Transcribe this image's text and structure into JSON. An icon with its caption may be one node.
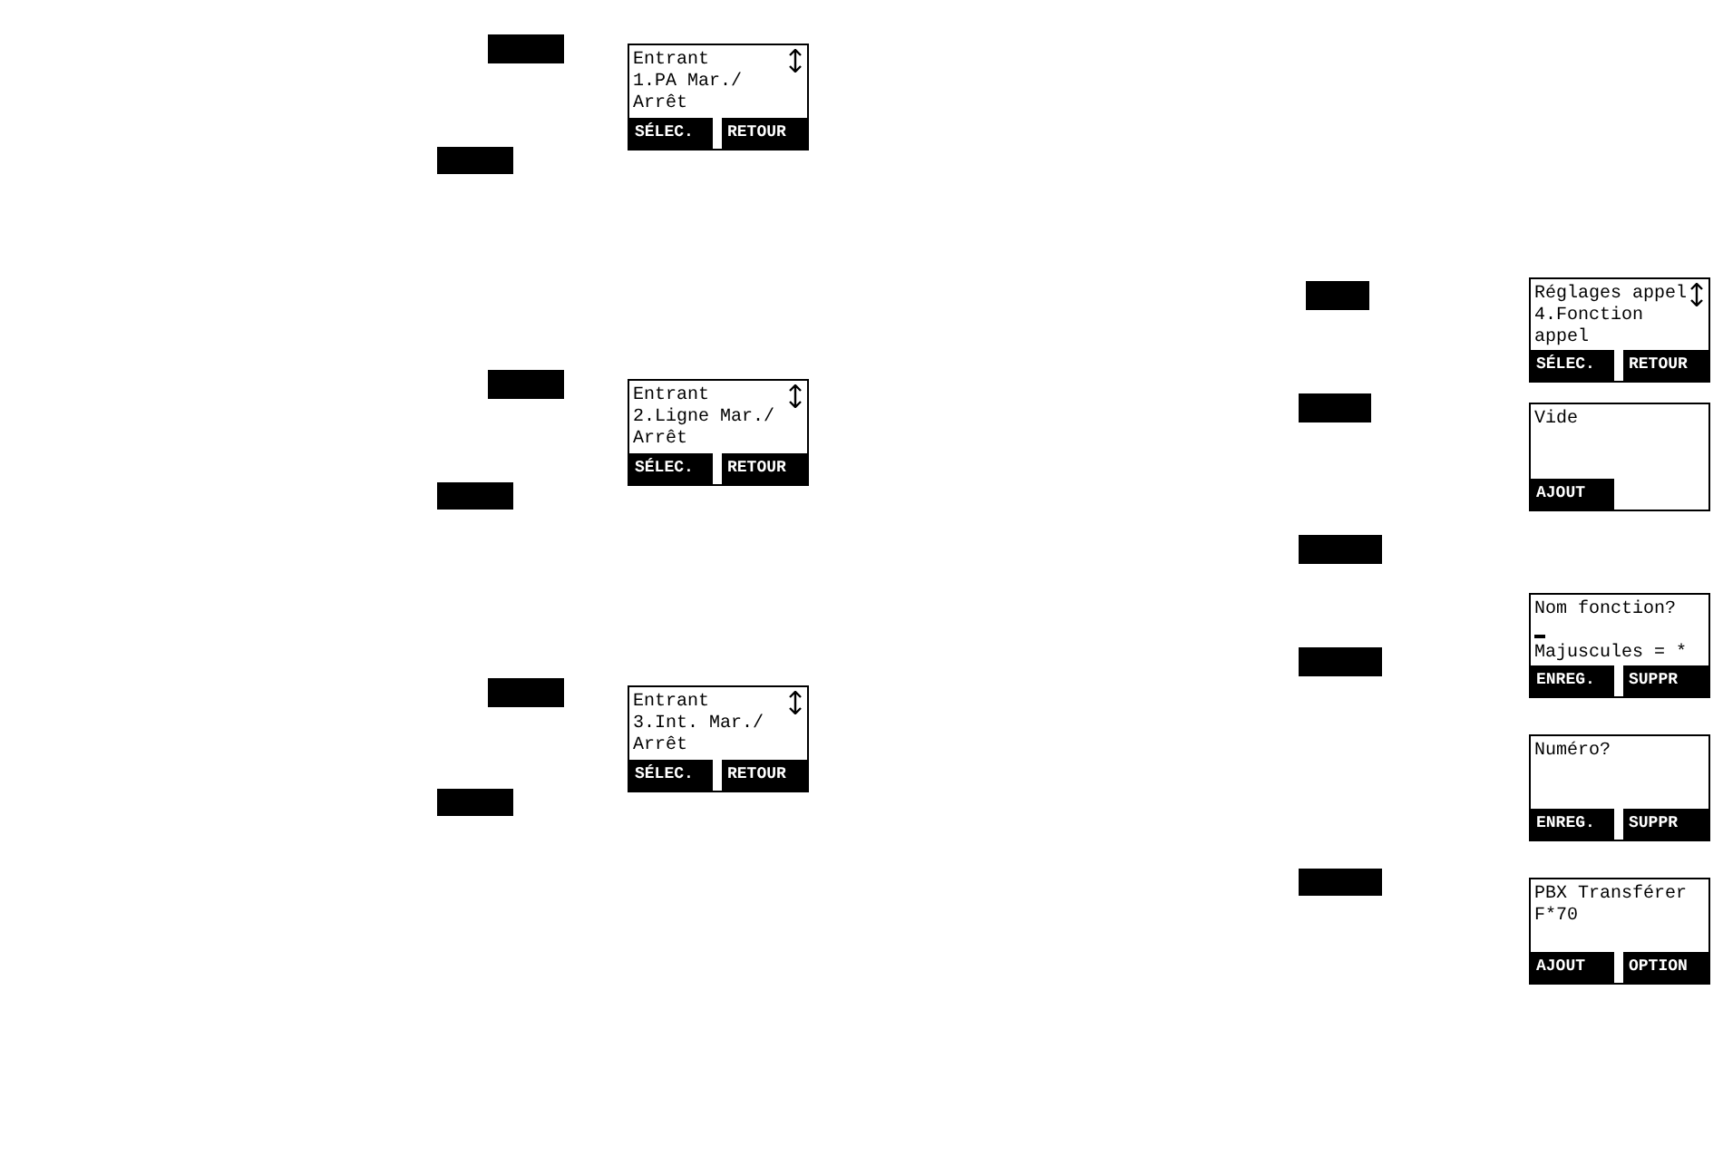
{
  "diagram": {
    "nodes": [
      {
        "text": [],
        "shape": "box"
      },
      {
        "text": [
          "Entrant",
          "1.PA Mar./ Arrêt"
        ]
      },
      {
        "text": [
          "SÉLEC."
        ],
        "in": 1
      },
      {
        "text": [
          "RETOUR"
        ],
        "in": 1
      },
      {
        "text": [],
        "shape": "box"
      },
      {
        "text": [],
        "shape": "box"
      },
      {
        "text": [
          "Entrant",
          "2.Ligne Mar./ Arrêt"
        ]
      },
      {
        "text": [
          "SÉLEC."
        ],
        "in": 6
      },
      {
        "text": [
          "RETOUR"
        ],
        "in": 6
      },
      {
        "text": [],
        "shape": "box"
      },
      {
        "text": [],
        "shape": "box"
      },
      {
        "text": [
          "Entrant",
          "3.Int. Mar./ Arrêt"
        ]
      },
      {
        "text": [
          "SÉLEC."
        ],
        "in": 11
      },
      {
        "text": [
          "RETOUR"
        ],
        "in": 11
      },
      {
        "text": [],
        "shape": "box"
      },
      {
        "text": [],
        "shape": "box"
      },
      {
        "text": [
          "Réglages appel",
          "4.Fonction appel"
        ]
      },
      {
        "text": [
          "SÉLEC."
        ],
        "in": 16
      },
      {
        "text": [
          "RETOUR"
        ],
        "in": 16
      },
      {
        "text": [],
        "shape": "box"
      },
      {
        "text": [
          "Vide"
        ]
      },
      {
        "text": [
          "AJOUT"
        ],
        "in": 20
      },
      {
        "text": [],
        "shape": "box"
      },
      {
        "text": [
          "Nom fonction?",
          "Majuscules = *"
        ]
      },
      {
        "text": [
          "ENREG."
        ],
        "in": 23
      },
      {
        "text": [
          "SUPPR"
        ],
        "in": 23
      },
      {
        "text": [],
        "shape": "box"
      },
      {
        "text": [
          "Numéro?"
        ]
      },
      {
        "text": [
          "ENREG."
        ],
        "in": 27
      },
      {
        "text": [
          "SUPPR"
        ],
        "in": 27
      },
      {
        "text": [],
        "shape": "box"
      },
      {
        "text": [
          "PBX Transférer",
          "F*70"
        ]
      },
      {
        "text": [
          "AJOUT"
        ],
        "in": 31
      },
      {
        "text": [
          "OPTION"
        ],
        "in": 31
      }
    ]
  }
}
